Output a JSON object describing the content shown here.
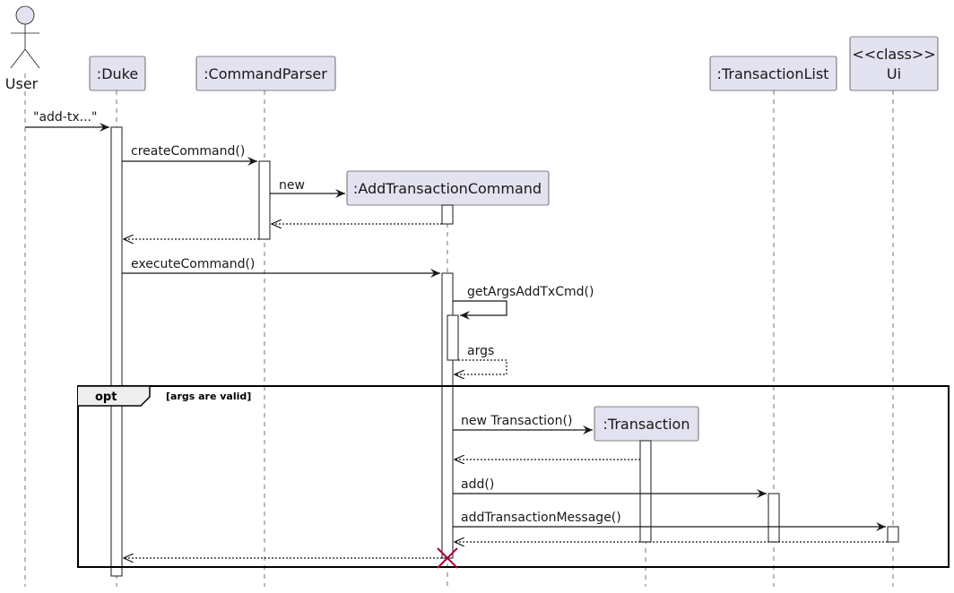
{
  "participants": {
    "user": ":User",
    "user_label": "User",
    "duke": ":Duke",
    "parser": ":CommandParser",
    "addcmd": ":AddTransactionCommand",
    "transaction": ":Transaction",
    "txlist": ":TransactionList",
    "ui_stereotype": "<<class>>",
    "ui_name": "Ui"
  },
  "messages": {
    "m1": "\"add-tx...\"",
    "m2": "createCommand()",
    "m3": "new",
    "m4": "executeCommand()",
    "m5": "getArgsAddTxCmd()",
    "m6": "args",
    "m7": "new Transaction()",
    "m8": "add()",
    "m9": "addTransactionMessage()"
  },
  "frame": {
    "kind": "opt",
    "guard": "[args are valid]"
  },
  "colors": {
    "participant_fill": "#E2E2F0",
    "line": "#181818",
    "destroy": "#A80036"
  }
}
